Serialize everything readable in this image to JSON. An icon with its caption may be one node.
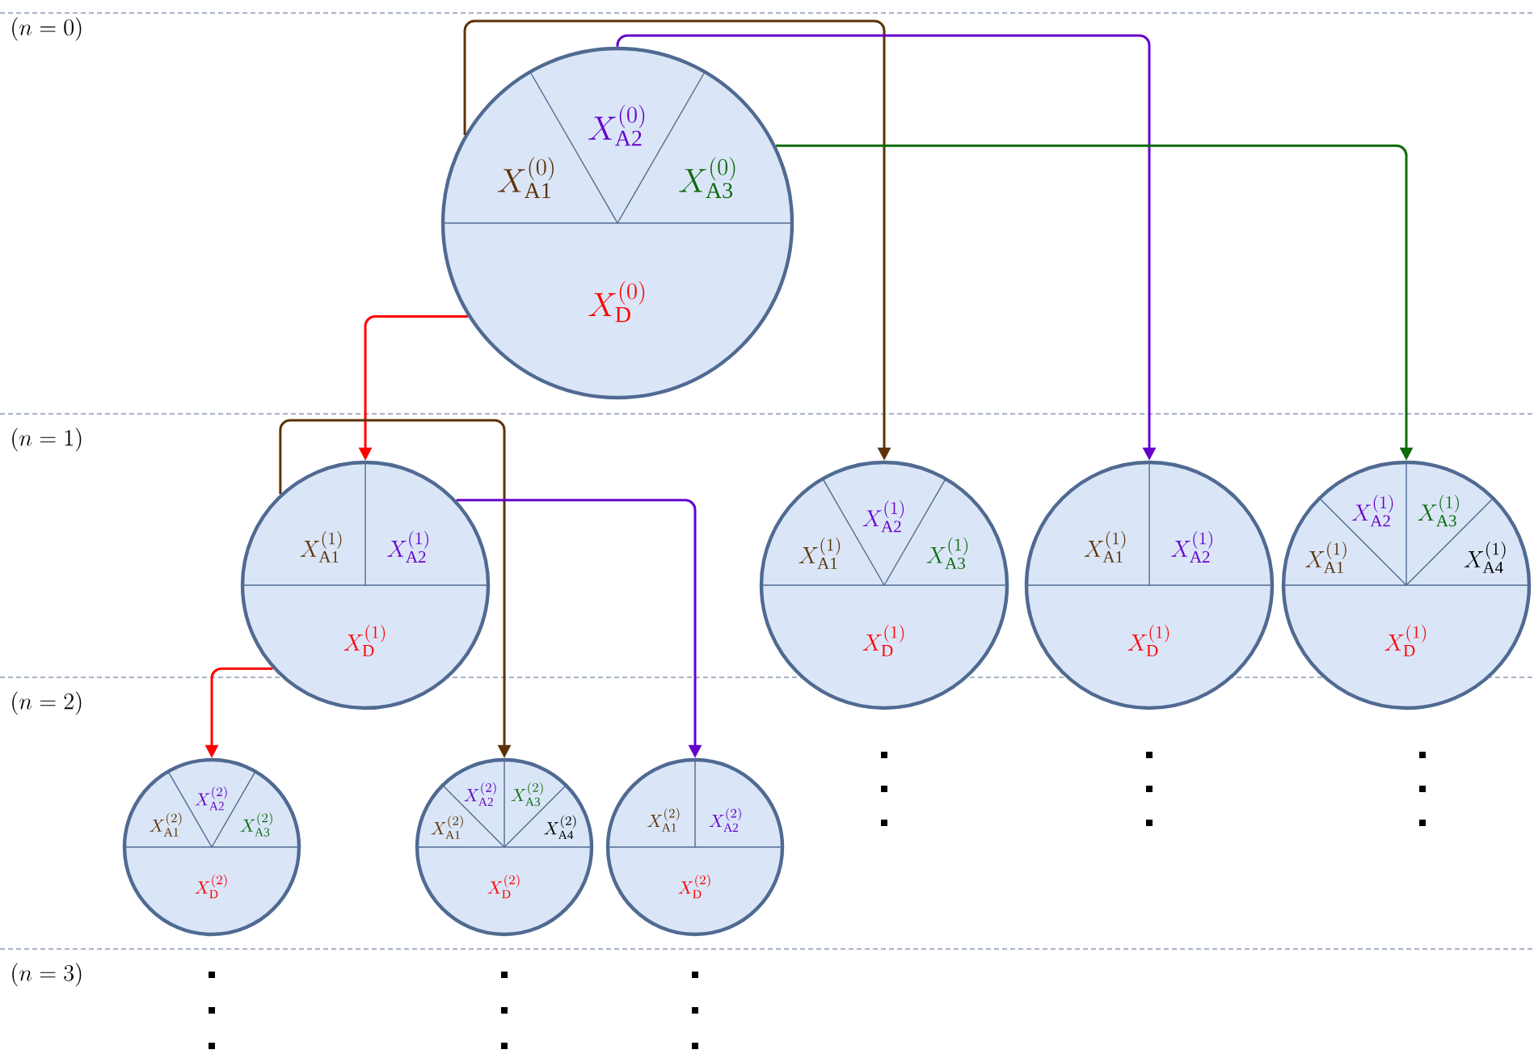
{
  "diagram": {
    "nodes": [
      {
        "text": [
          "X_{\\mathrm{A1}}^{(0)}",
          "X_{\\mathrm{A2}}^{(0)}",
          "X_{\\mathrm{A3}}^{(0)}",
          "X_{\\mathrm{D}}^{(0)}"
        ]
      },
      {
        "text": [
          "X_{\\mathrm{A1}}^{(1)}",
          "X_{\\mathrm{A2}}^{(1)}",
          "X_{\\mathrm{D}}^{(1)}"
        ]
      },
      {
        "text": [
          "X_{\\mathrm{A1}}^{(1)}",
          "X_{\\mathrm{A2}}^{(1)}",
          "X_{\\mathrm{A3}}^{(1)}",
          "X_{\\mathrm{D}}^{(1)}"
        ]
      },
      {
        "text": [
          "X_{\\mathrm{A1}}^{(1)}",
          "X_{\\mathrm{A2}}^{(1)}",
          "X_{\\mathrm{D}}^{(1)}"
        ]
      },
      {
        "text": [
          "X_{\\mathrm{A1}}^{(1)}",
          "X_{\\mathrm{A2}}^{(1)}",
          "X_{\\mathrm{A3}}^{(1)}",
          "X_{\\mathrm{A4}}^{(1)}",
          "X_{\\mathrm{D}}^{(1)}"
        ]
      },
      {
        "text": [
          "X_{\\mathrm{A1}}^{(2)}",
          "X_{\\mathrm{A2}}^{(2)}",
          "X_{\\mathrm{A3}}^{(2)}",
          "X_{\\mathrm{D}}^{(2)}"
        ]
      },
      {
        "text": [
          "X_{\\mathrm{A1}}^{(2)}",
          "X_{\\mathrm{A2}}^{(2)}",
          "X_{\\mathrm{A3}}^{(2)}",
          "X_{\\mathrm{A4}}^{(2)}",
          "X_{\\mathrm{D}}^{(2)}"
        ]
      },
      {
        "text": [
          "X_{\\mathrm{A1}}^{(2)}",
          "X_{\\mathrm{A2}}^{(2)}",
          "X_{\\mathrm{D}}^{(2)}"
        ]
      }
    ],
    "edges": [
      {
        "from": 0,
        "to": 1,
        "arrow": "to",
        "color": "#ff0000"
      },
      {
        "from": 0,
        "to": 2,
        "arrow": "to",
        "color": "#5c3308"
      },
      {
        "from": 0,
        "to": 3,
        "arrow": "to",
        "color": "#6600cc"
      },
      {
        "from": 0,
        "to": 4,
        "arrow": "to",
        "color": "#0d6b0d"
      },
      {
        "from": 1,
        "to": 5,
        "arrow": "to",
        "color": "#ff0000"
      },
      {
        "from": 1,
        "to": 6,
        "arrow": "to",
        "color": "#5c3308"
      },
      {
        "from": 1,
        "to": 7,
        "arrow": "to",
        "color": "#6600cc"
      }
    ],
    "labels": [
      "(n = 0)",
      "(n = 1)",
      "(n = 2)",
      "(n = 3)"
    ]
  }
}
